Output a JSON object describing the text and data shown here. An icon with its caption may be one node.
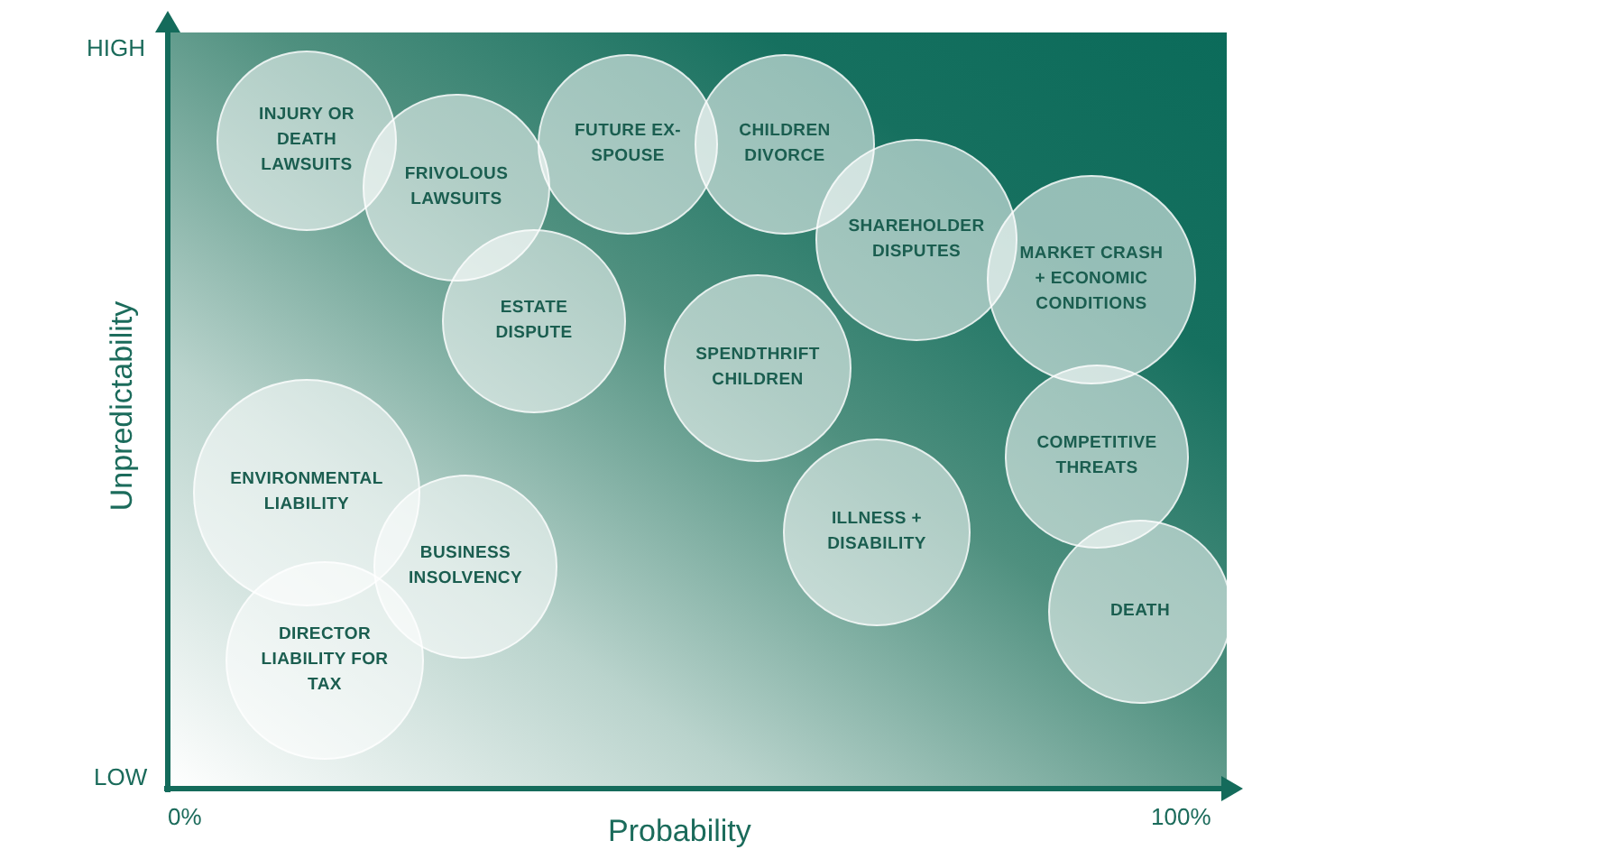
{
  "diagram": {
    "nodes": [
      {
        "text": [
          "INJURY OR DEATH LAWSUITS"
        ]
      },
      {
        "text": [
          "FUTURE EX-SPOUSE"
        ]
      },
      {
        "text": [
          "CHILDREN DIVORCE"
        ]
      },
      {
        "text": [
          "FRIVOLOUS LAWSUITS"
        ]
      },
      {
        "text": [
          "SHAREHOLDER DISPUTES"
        ]
      },
      {
        "text": [
          "MARKET CRASH + ECONOMIC CONDITIONS"
        ]
      },
      {
        "text": [
          "ESTATE DISPUTE"
        ]
      },
      {
        "text": [
          "SPENDTHRIFT CHILDREN"
        ]
      },
      {
        "text": [
          "COMPETITIVE THREATS"
        ]
      },
      {
        "text": [
          "ENVIRONMENTAL LIABILITY"
        ]
      },
      {
        "text": [
          "ILLNESS + DISABILITY"
        ]
      },
      {
        "text": [
          "BUSINESS INSOLVENCY"
        ]
      },
      {
        "text": [
          "DEATH"
        ]
      },
      {
        "text": [
          "DIRECTOR LIABILITY FOR TAX"
        ]
      }
    ],
    "labels": [
      "HIGH",
      "Unpredictability",
      "LOW",
      "0%",
      "Probability",
      "100%"
    ]
  }
}
